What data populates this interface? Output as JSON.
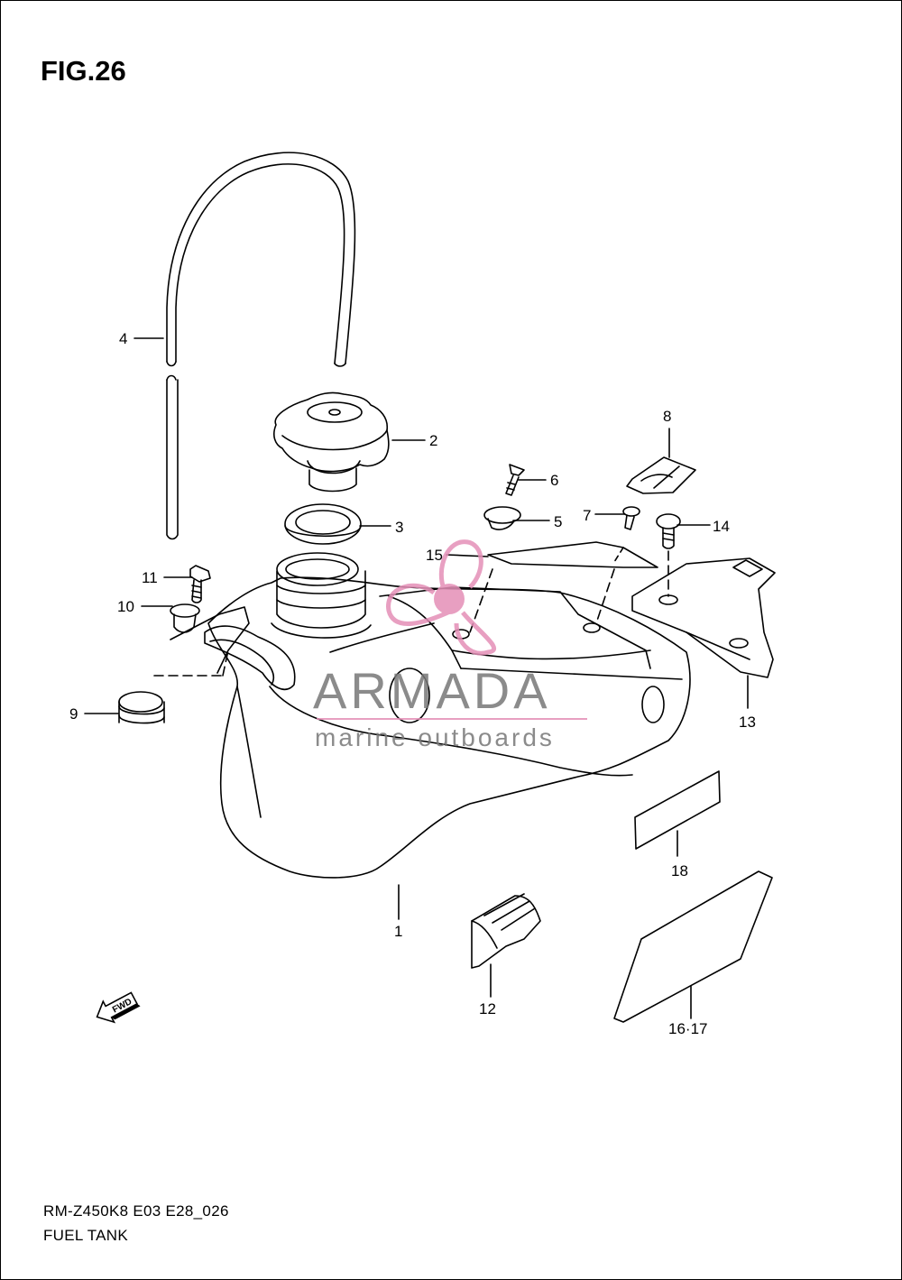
{
  "figure": {
    "title": "FIG.26",
    "model_code": "RM-Z450K8 E03 E28_026",
    "name": "FUEL TANK"
  },
  "callouts": [
    {
      "id": "c1",
      "label": "1"
    },
    {
      "id": "c2",
      "label": "2"
    },
    {
      "id": "c3",
      "label": "3"
    },
    {
      "id": "c4",
      "label": "4"
    },
    {
      "id": "c5",
      "label": "5"
    },
    {
      "id": "c6",
      "label": "6"
    },
    {
      "id": "c7",
      "label": "7"
    },
    {
      "id": "c8",
      "label": "8"
    },
    {
      "id": "c9",
      "label": "9"
    },
    {
      "id": "c10",
      "label": "10"
    },
    {
      "id": "c11",
      "label": "11"
    },
    {
      "id": "c12",
      "label": "12"
    },
    {
      "id": "c13",
      "label": "13"
    },
    {
      "id": "c14",
      "label": "14"
    },
    {
      "id": "c15",
      "label": "15"
    },
    {
      "id": "c16",
      "label": "16·17"
    },
    {
      "id": "c18",
      "label": "18"
    }
  ],
  "fwd_arrow": {
    "label": "FWD",
    "icon": "fwd-arrow-icon"
  },
  "watermark": {
    "brand": "ARMADA",
    "tagline": "marine outboards",
    "logo_color": "#e48fb7",
    "text_color": "#777777"
  }
}
